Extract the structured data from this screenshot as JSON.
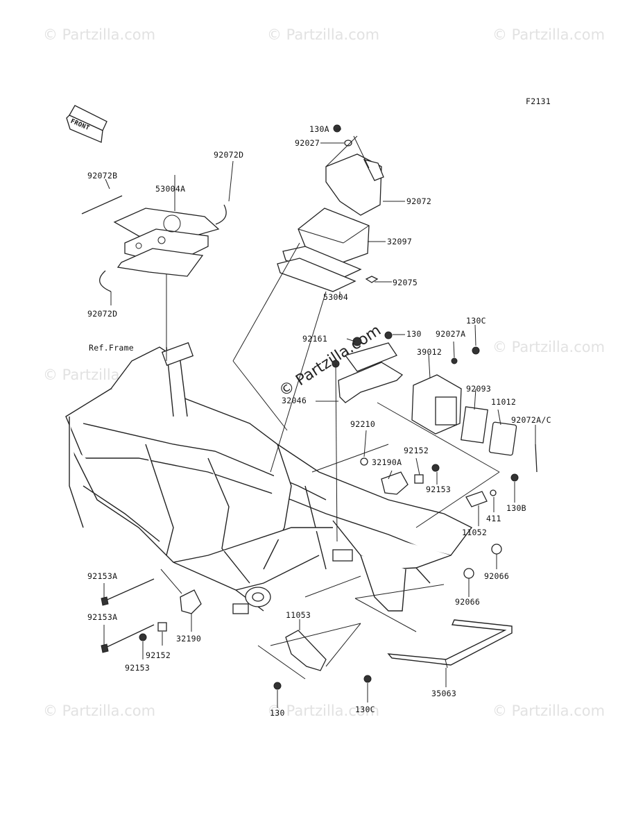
{
  "diagram": {
    "figure_code": "F2131",
    "front_arrow_label": "FRONT",
    "ref_label": "Ref.Frame",
    "watermark": "© Partzilla.com",
    "callouts": {
      "c130a": "130A",
      "c92027": "92027",
      "c92072b": "92072B",
      "c53004a": "53004A",
      "c92072d_top": "92072D",
      "c92072": "92072",
      "c32097": "32097",
      "c92075": "92075",
      "c92072d_bot": "92072D",
      "c53004": "53004",
      "c92161": "92161",
      "c130": "130",
      "c130c_top": "130C",
      "c92027a": "92027A",
      "c39012": "39012",
      "c32046": "32046",
      "c92093": "92093",
      "c11012": "11012",
      "c92072ac": "92072A/C",
      "c92210": "92210",
      "c92152_top": "92152",
      "c32190a": "32190A",
      "c92153_top": "92153",
      "c130b": "130B",
      "c411": "411",
      "c11052": "11052",
      "c92066_a": "92066",
      "c92066_b": "92066",
      "c92153a_top": "92153A",
      "c92153a_bot": "92153A",
      "c32190": "32190",
      "c92152_bot": "92152",
      "c92153_bot": "92153",
      "c11053": "11053",
      "c130_bot": "130",
      "c130c_bot": "130C",
      "c35063": "35063"
    }
  }
}
